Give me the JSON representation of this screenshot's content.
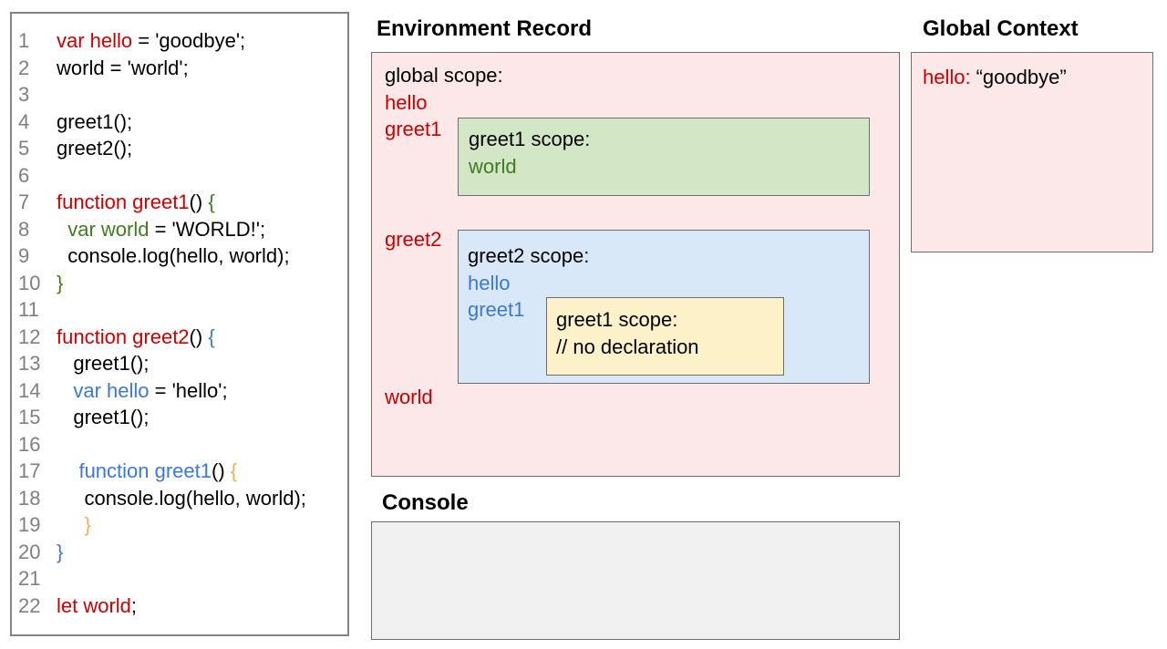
{
  "colors": {
    "red": "#cc0000",
    "green": "#3f7d20",
    "blue": "#3c78d8",
    "gold": "#f4b05a",
    "black": "#000000",
    "gray": "#7f7f7f",
    "pink_fill": "#fce8e8",
    "green_fill": "#d3e7c7",
    "blue_fill": "#d9e8f9",
    "yellow_fill": "#fdf1ca",
    "console_fill": "#f1f1f1"
  },
  "code_panel": {
    "lines": [
      {
        "num": "1",
        "tokens": [
          {
            "text": "var hello",
            "color": "red"
          },
          {
            "text": " = 'goodbye';",
            "color": "black"
          }
        ]
      },
      {
        "num": "2",
        "tokens": [
          {
            "text": "world = 'world';",
            "color": "black"
          }
        ]
      },
      {
        "num": "3",
        "tokens": []
      },
      {
        "num": "4",
        "tokens": [
          {
            "text": "greet1();",
            "color": "black"
          }
        ]
      },
      {
        "num": "5",
        "tokens": [
          {
            "text": "greet2();",
            "color": "black"
          }
        ]
      },
      {
        "num": "6",
        "tokens": []
      },
      {
        "num": "7",
        "tokens": [
          {
            "text": "function greet1",
            "color": "red"
          },
          {
            "text": "() ",
            "color": "black"
          },
          {
            "text": "{",
            "color": "green"
          }
        ]
      },
      {
        "num": "8",
        "tokens": [
          {
            "text": "  ",
            "color": "black"
          },
          {
            "text": "var world",
            "color": "green"
          },
          {
            "text": " = 'WORLD!';",
            "color": "black"
          }
        ]
      },
      {
        "num": "9",
        "tokens": [
          {
            "text": "  console.log(hello, world);",
            "color": "black"
          }
        ]
      },
      {
        "num": "10",
        "tokens": [
          {
            "text": "}",
            "color": "green"
          }
        ]
      },
      {
        "num": "11",
        "tokens": []
      },
      {
        "num": "12",
        "tokens": [
          {
            "text": "function greet2",
            "color": "red"
          },
          {
            "text": "() ",
            "color": "black"
          },
          {
            "text": "{",
            "color": "blue"
          }
        ]
      },
      {
        "num": "13",
        "tokens": [
          {
            "text": "   greet1();",
            "color": "black"
          }
        ]
      },
      {
        "num": "14",
        "tokens": [
          {
            "text": "   ",
            "color": "black"
          },
          {
            "text": "var hello",
            "color": "blue"
          },
          {
            "text": " = 'hello';",
            "color": "black"
          }
        ]
      },
      {
        "num": "15",
        "tokens": [
          {
            "text": "   greet1();",
            "color": "black"
          }
        ]
      },
      {
        "num": "16",
        "tokens": []
      },
      {
        "num": "17",
        "tokens": [
          {
            "text": "    ",
            "color": "black"
          },
          {
            "text": "function greet1",
            "color": "blue"
          },
          {
            "text": "() ",
            "color": "black"
          },
          {
            "text": "{",
            "color": "gold"
          }
        ]
      },
      {
        "num": "18",
        "tokens": [
          {
            "text": "     console.log(hello, world);",
            "color": "black"
          }
        ]
      },
      {
        "num": "19",
        "tokens": [
          {
            "text": "     }",
            "color": "gold"
          }
        ]
      },
      {
        "num": "20",
        "tokens": [
          {
            "text": "}",
            "color": "blue"
          }
        ]
      },
      {
        "num": "21",
        "tokens": []
      },
      {
        "num": "22",
        "tokens": [
          {
            "text": "let world",
            "color": "red"
          },
          {
            "text": ";",
            "color": "black"
          }
        ]
      }
    ]
  },
  "environment_record": {
    "title": "Environment Record",
    "global_scope": {
      "label": "global scope:",
      "variables": [
        "hello",
        "greet1",
        "greet2",
        "world"
      ]
    },
    "greet1_scope": {
      "label": "greet1 scope:",
      "variables": [
        "world"
      ]
    },
    "greet2_scope": {
      "label": "greet2 scope:",
      "variables": [
        "hello",
        "greet1"
      ]
    },
    "greet1_nested_scope": {
      "label": "greet1 scope:",
      "comment": "// no declaration"
    }
  },
  "console": {
    "title": "Console",
    "lines": []
  },
  "global_context": {
    "title": "Global Context",
    "binding": {
      "name": "hello:",
      "value": "“goodbye”"
    }
  }
}
